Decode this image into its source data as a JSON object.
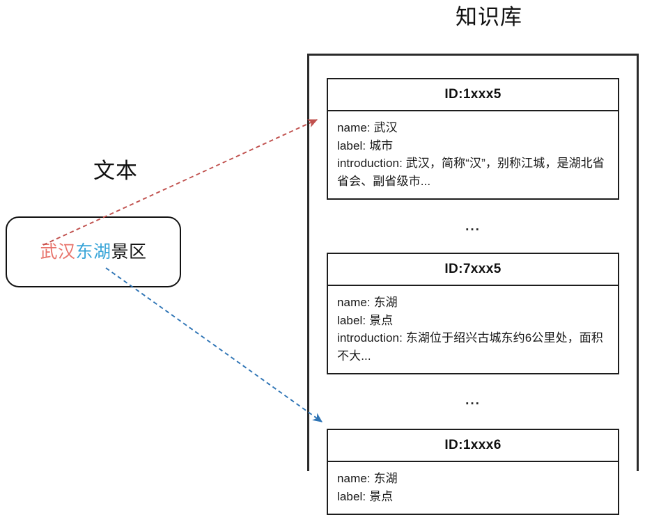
{
  "left": {
    "caption": "文本",
    "text_box": {
      "segments": [
        {
          "text": "武汉",
          "color": "#e8736b",
          "role": "entity-city"
        },
        {
          "text": "东湖",
          "color": "#39a5d8",
          "role": "entity-scenic"
        },
        {
          "text": "景区",
          "color": "#121212",
          "role": "plain"
        }
      ],
      "full_text": "武汉东湖景区"
    }
  },
  "knowledge_base": {
    "caption": "知识库",
    "ellipsis": "...",
    "cards": [
      {
        "id_label": "ID:1xxx5",
        "name_line": "name: 武汉",
        "label_line": "label: 城市",
        "intro_line": "introduction: 武汉，简称“汉”，别称江城，是湖北省省会、副省级市..."
      },
      {
        "id_label": "ID:7xxx5",
        "name_line": "name: 东湖",
        "label_line": "label: 景点",
        "intro_line": "introduction: 东湖位于绍兴古城东约6公里处，面积不大..."
      },
      {
        "id_label": "ID:1xxx6",
        "name_line": "name: 东湖",
        "label_line": "label: 景点",
        "intro_line": ""
      }
    ]
  },
  "connections": [
    {
      "name": "wuhan-link",
      "from": "武汉",
      "to": "ID:1xxx5",
      "color": "#c0504d",
      "style": "dashed"
    },
    {
      "name": "donghu-link",
      "from": "东湖",
      "to": "ID:1xxx6",
      "color": "#2e74b5",
      "style": "dashed"
    }
  ],
  "colors": {
    "red_accent": "#c0504d",
    "blue_accent": "#2e74b5",
    "text_red": "#e8736b",
    "text_blue": "#39a5d8",
    "outline": "#1d1d1d"
  }
}
